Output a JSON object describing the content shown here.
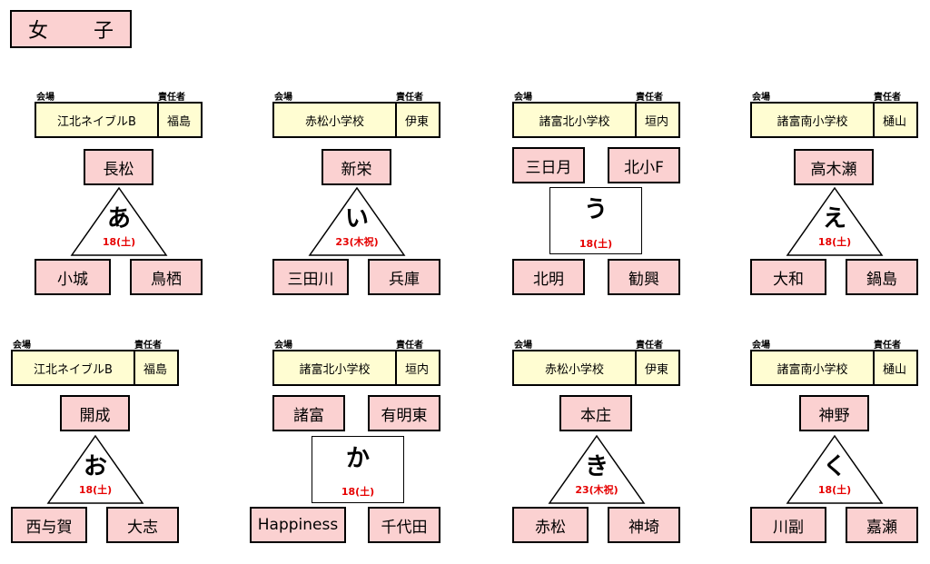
{
  "title": "女　子",
  "venue_label": "会場",
  "manager_label": "責任者",
  "groups": [
    {
      "symbol": "あ",
      "date": "18(土)",
      "venue": "江北ネイブルB",
      "manager": "福島",
      "top": [
        "長松"
      ],
      "bottom": [
        "小城",
        "鳥栖"
      ],
      "shape": "triangle"
    },
    {
      "symbol": "い",
      "date": "23(木祝)",
      "venue": "赤松小学校",
      "manager": "伊東",
      "top": [
        "新栄"
      ],
      "bottom": [
        "三田川",
        "兵庫"
      ],
      "shape": "triangle"
    },
    {
      "symbol": "う",
      "date": "18(土)",
      "venue": "諸富北小学校",
      "manager": "垣内",
      "top": [
        "三日月",
        "北小F"
      ],
      "bottom": [
        "北明",
        "勧興"
      ],
      "shape": "square"
    },
    {
      "symbol": "え",
      "date": "18(土)",
      "venue": "諸富南小学校",
      "manager": "樋山",
      "top": [
        "高木瀬"
      ],
      "bottom": [
        "大和",
        "鍋島"
      ],
      "shape": "triangle"
    },
    {
      "symbol": "お",
      "date": "18(土)",
      "venue": "江北ネイブルB",
      "manager": "福島",
      "top": [
        "開成"
      ],
      "bottom": [
        "西与賀",
        "大志"
      ],
      "shape": "triangle"
    },
    {
      "symbol": "か",
      "date": "18(土)",
      "venue": "諸富北小学校",
      "manager": "垣内",
      "top": [
        "諸富",
        "有明東"
      ],
      "bottom": [
        "Happiness",
        "千代田"
      ],
      "shape": "square"
    },
    {
      "symbol": "き",
      "date": "23(木祝)",
      "venue": "赤松小学校",
      "manager": "伊東",
      "top": [
        "本庄"
      ],
      "bottom": [
        "赤松",
        "神埼"
      ],
      "shape": "triangle"
    },
    {
      "symbol": "く",
      "date": "18(土)",
      "venue": "諸富南小学校",
      "manager": "樋山",
      "top": [
        "神野"
      ],
      "bottom": [
        "川副",
        "嘉瀬"
      ],
      "shape": "triangle"
    }
  ]
}
